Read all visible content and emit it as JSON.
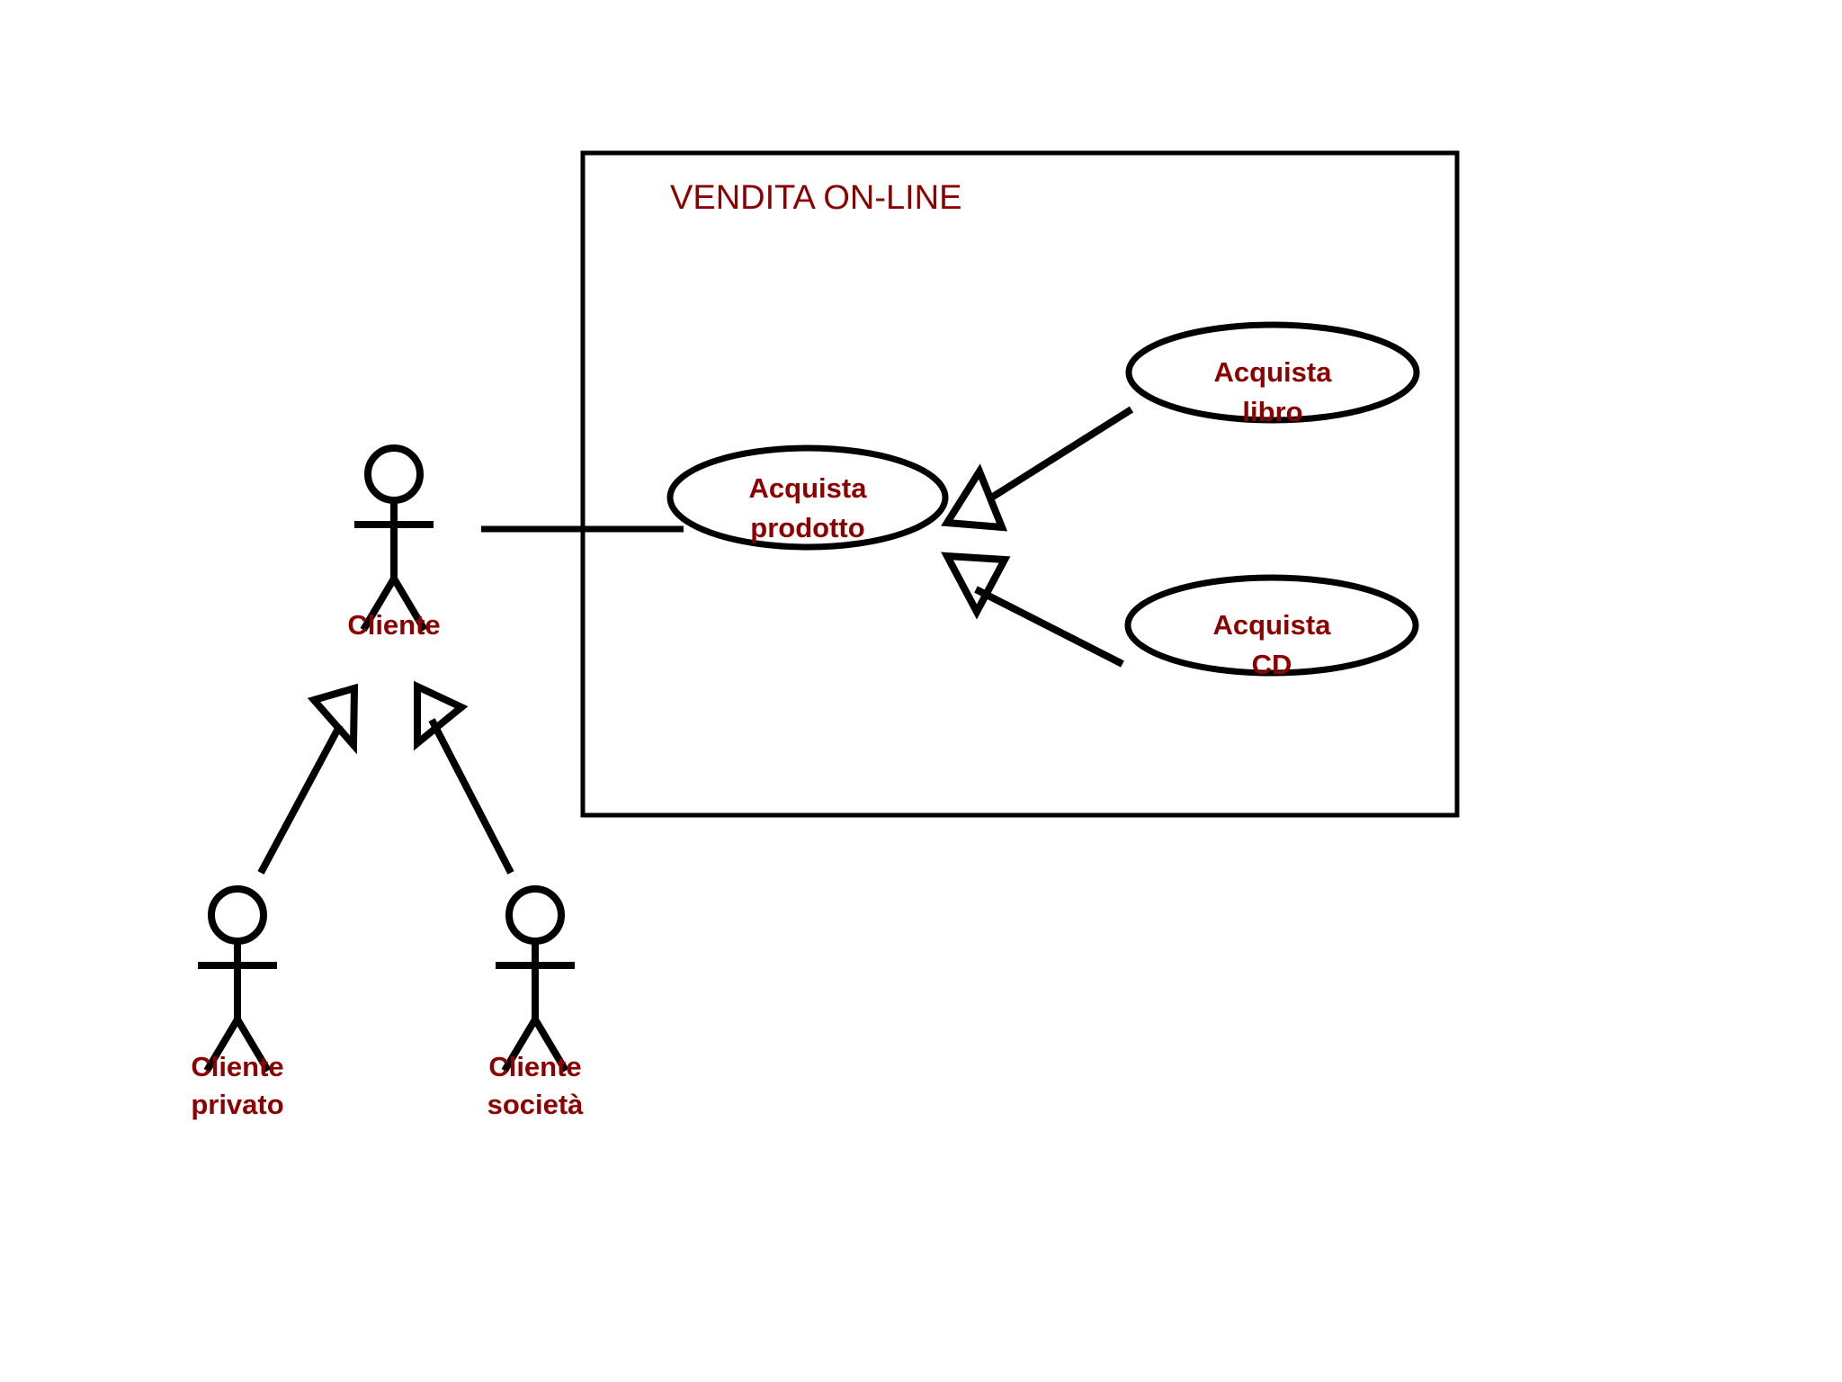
{
  "diagram": {
    "kind": "uml-use-case-diagram",
    "language": "it",
    "background_color": "#ffffff",
    "line_color": "#000000",
    "text_color": "#8c0000"
  },
  "system_boundary": {
    "title": "VENDITA ON-LINE",
    "border_color": "#000000"
  },
  "use_cases": [
    {
      "id": "acquista-prodotto",
      "line1": "Acquista",
      "line2": "prodotto"
    },
    {
      "id": "acquista-libro",
      "line1": "Acquista",
      "line2": "libro"
    },
    {
      "id": "acquista-cd",
      "line1": "Acquista",
      "line2": "CD"
    }
  ],
  "actors": [
    {
      "id": "cliente",
      "line1": "Cliente",
      "line2": ""
    },
    {
      "id": "cliente-privato",
      "line1": "Cliente",
      "line2": "privato"
    },
    {
      "id": "cliente-societa",
      "line1": "Cliente",
      "line2": "società"
    }
  ],
  "relationships": [
    {
      "id": "assoc-cliente-acquista-prodotto",
      "type": "association",
      "from": "cliente",
      "to": "acquista-prodotto"
    },
    {
      "id": "gen-libro-prodotto",
      "type": "generalization",
      "from": "acquista-libro",
      "to": "acquista-prodotto"
    },
    {
      "id": "gen-cd-prodotto",
      "type": "generalization",
      "from": "acquista-cd",
      "to": "acquista-prodotto"
    },
    {
      "id": "gen-privato-cliente",
      "type": "generalization",
      "from": "cliente-privato",
      "to": "cliente"
    },
    {
      "id": "gen-societa-cliente",
      "type": "generalization",
      "from": "cliente-societa",
      "to": "cliente"
    }
  ]
}
